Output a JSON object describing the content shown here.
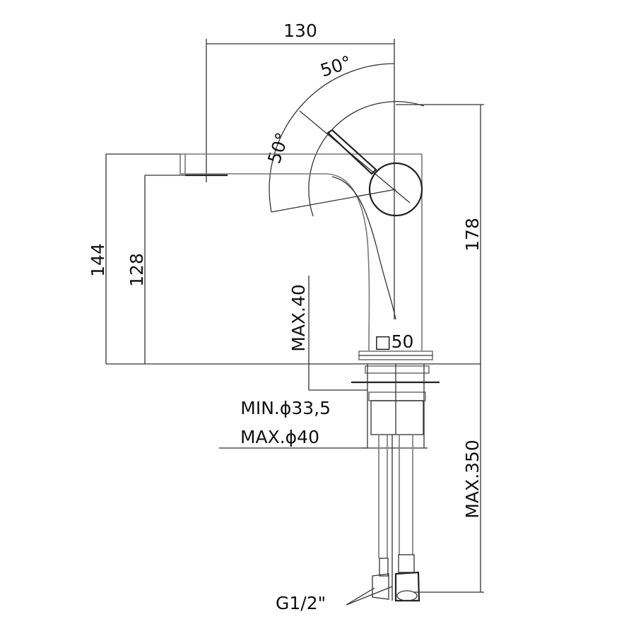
{
  "drawing": {
    "title": "Basin mixer dimensions",
    "dimensions": {
      "spout_reach": "130",
      "lever_angle_forward": "50°",
      "lever_angle_back": "50°",
      "total_height": "144",
      "spout_height": "128",
      "lever_height": "178",
      "max_deck_thickness": "MAX.40",
      "base_square": "□50",
      "min_hole": "MIN.ϕ33,5",
      "max_hole": "MAX.ϕ40",
      "hose_length": "MAX.350",
      "connection": "G1/2\""
    }
  }
}
